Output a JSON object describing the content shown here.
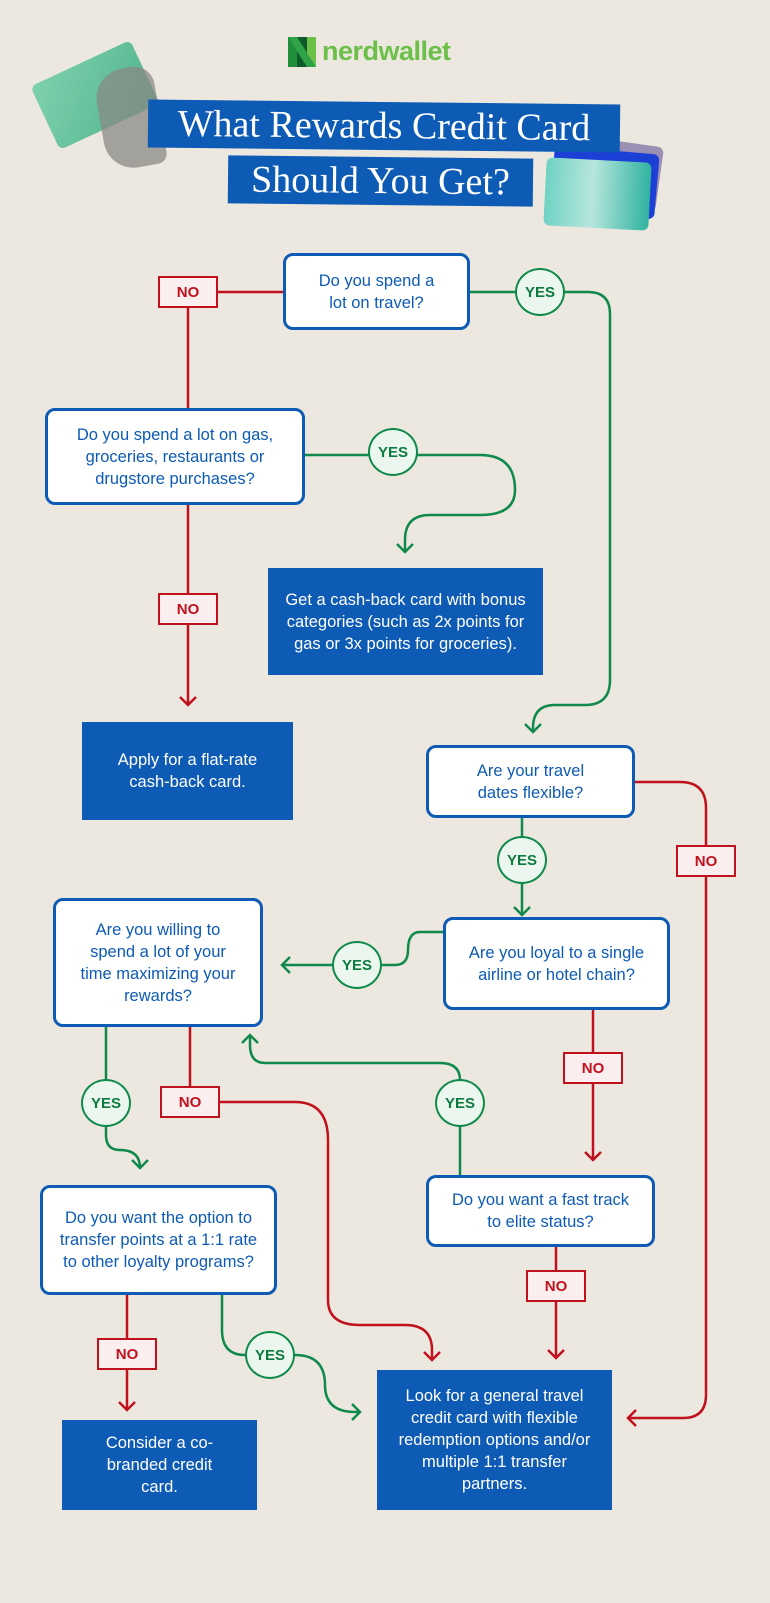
{
  "header": {
    "logo_text": "nerdwallet",
    "title_line1": "What Rewards Credit Card",
    "title_line2": "Should You Get?"
  },
  "labels": {
    "yes": "YES",
    "no": "NO"
  },
  "questions": {
    "travel": "Do you spend a lot on travel?",
    "everyday": "Do you spend a lot on gas, groceries, restaurants or drugstore purchases?",
    "flexible": "Are your travel dates flexible?",
    "loyal": "Are you loyal to a single airline or hotel chain?",
    "maximize": "Are you willing to spend a lot of your time maximizing your rewards?",
    "elite": "Do you want a fast track to elite status?",
    "transfer": "Do you want the option to transfer points at a 1:1 rate to other loyalty programs?"
  },
  "results": {
    "cashback_bonus": "Get a cash-back card with bonus categories (such as 2x points for gas or 3x points for groceries).",
    "flat_rate": "Apply for a flat-rate cash-back card.",
    "general_travel": "Look for a general travel credit card with flexible redemption options and/or multiple 1:1 transfer partners.",
    "co_branded": "Consider a co-branded credit card."
  },
  "colors": {
    "blue": "#0d5bb5",
    "red": "#c0121e",
    "green": "#0f8a4a",
    "logo_green": "#6cc04a",
    "background": "#ece8df"
  }
}
